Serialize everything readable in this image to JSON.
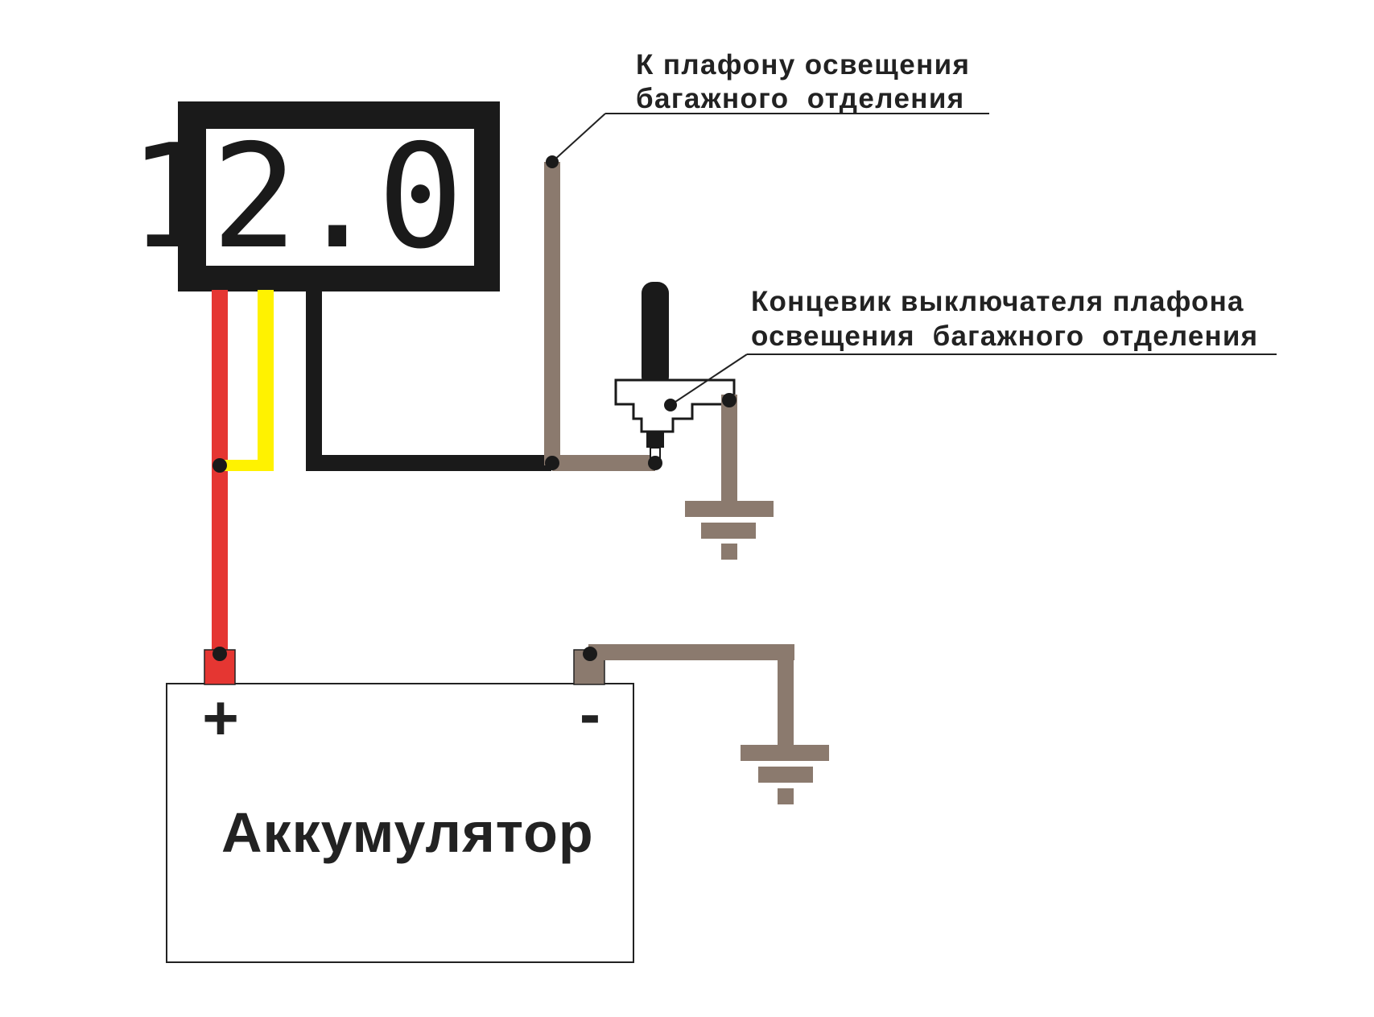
{
  "display": {
    "reading": "12.0"
  },
  "labels": {
    "lamp_line1": "К плафону освещения",
    "lamp_line2": "багажного  отделения",
    "switch_line1": "Концевик выключателя плафона",
    "switch_line2": "освещения  багажного  отделения",
    "battery": "Аккумулятор",
    "battery_plus": "+",
    "battery_minus": "-"
  },
  "colors": {
    "positive_wire": "#e53632",
    "signal_wire": "#fff200",
    "ground_wire": "#1a1a1a",
    "lamp_wire": "#8b7a6e",
    "display_frame": "#1a1a1a",
    "outline": "#222222"
  }
}
